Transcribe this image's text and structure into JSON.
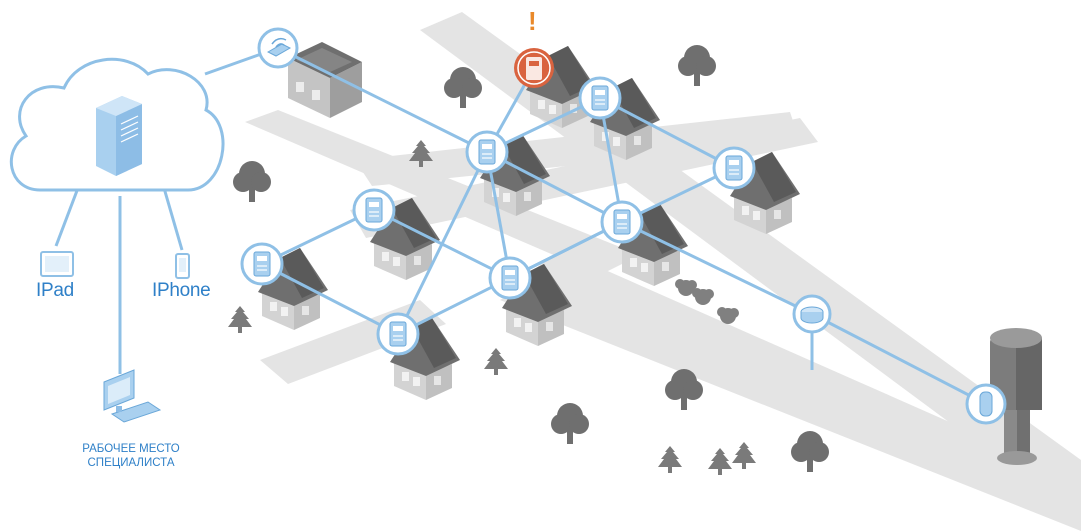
{
  "labels": {
    "ipad": "IPad",
    "iphone": "IPhone",
    "workplace_line1": "РАБОЧЕЕ МЕСТО",
    "workplace_line2": "СПЕЦИАЛИСТА",
    "alert": "!"
  },
  "colors": {
    "link": "#8fc0e6",
    "node_ring": "#8fc0e6",
    "meter_body": "#a9d0ef",
    "alert_node": "#d9633f",
    "alert_mark": "#e9892a",
    "road": "#e4e4e4",
    "house_roof": "#6f6f6f",
    "house_wall": "#d3d3d3",
    "tree": "#6f6f6f",
    "text": "#2f80c8"
  },
  "icons": [
    "cloud-icon",
    "server-icon",
    "ipad-icon",
    "iphone-icon",
    "desktop-computer-icon",
    "router-icon",
    "electricity-meter-icon",
    "water-meter-icon",
    "gas-meter-icon",
    "water-tower-icon",
    "house-icon",
    "tree-icon"
  ]
}
